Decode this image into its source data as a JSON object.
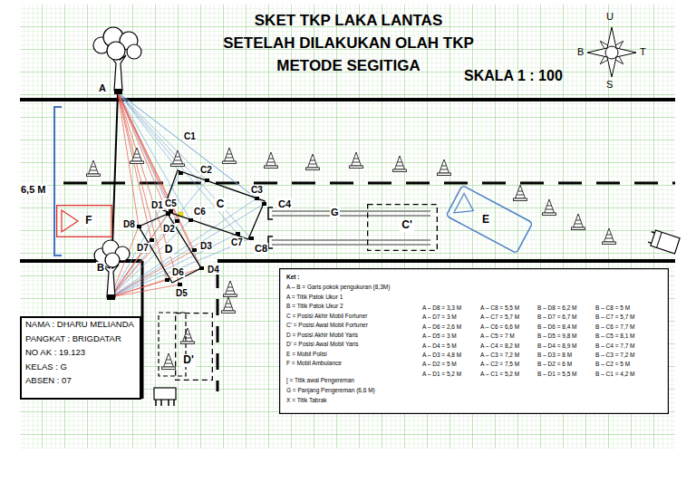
{
  "diagram": {
    "title": "SKET TKP LAKA LANTAS SETELAH DILAKUKAN OLAH TKP METODE SEGITIGA",
    "nodes": [
      {
        "text": [
          "C"
        ]
      },
      {
        "text": [
          "F"
        ]
      },
      {
        "text": [
          "D"
        ]
      },
      {
        "text": [
          "C'"
        ]
      },
      {
        "text": [
          "E"
        ]
      },
      {
        "text": [
          "NAMA : DHARU MELIANDA",
          "PANGKAT : BRIGDATAR",
          "NO AK : 19.123",
          "KELAS : G",
          "ABSEN : 07"
        ]
      },
      {
        "text": [
          "Ket :",
          "A – B = Garis pokok pengukuran (8,3M)",
          "A = Titik Patok Ukur 1",
          "B = Titik Patok Ukur 2",
          "C = Posisi Akhir Mobil Fortuner",
          "C' = Posisi Awal Mobil Fortuner",
          "D = Posisi Akhir Mobil Yaris",
          "D' = Posisi Awal Mobil Yaris",
          "E = Mobil Polisi",
          "F = Mobil Ambulance",
          "[ = Titik awal Pengereman",
          "G = Panjang Pengereman (6,6 M)",
          "X = Titik Tabrak"
        ]
      },
      {
        "text": [
          "D'"
        ]
      }
    ],
    "labels": [
      "SKALA 1 : 100",
      "U",
      "B",
      "T",
      "S",
      "A",
      "B",
      "6,5 M",
      "C1",
      "C2",
      "C3",
      "C4",
      "C5",
      "C6",
      "C7",
      "C8",
      "D1",
      "D2",
      "D3",
      "D4",
      "D5",
      "D6",
      "D7",
      "D8",
      "G",
      "A – D8 = 3,3 M",
      "A – D7 = 3 M",
      "A – D6 = 2,6 M",
      "A – D5 = 3 M",
      "A – D4 = 5 M",
      "A – D3 = 4,8 M",
      "A – D2 = 5 M",
      "A – D1 = 5,2 M",
      "A – C8 = 5,5 M",
      "A – C7 = 5,7 M",
      "A – C6 = 6,6 M",
      "A – C5 = 7 M",
      "A – C4 = 8,2 M",
      "A – C3 = 7,2 M",
      "A – C2 = 7,5 M",
      "A – C1 = 5,2 M",
      "B – D8 = 6,2 M",
      "B – D7 = 6,7 M",
      "B – D6 = 8,4 M",
      "B – D5 = 9,8 M",
      "B – D4 = 8,9 M",
      "B – D3 = 8 M",
      "B – D2 = 6 M",
      "B – D1 = 5,5 M",
      "B – C8 = 5 M",
      "B – C7 = 5,7 M",
      "B – C6 = 7,7 M",
      "B – C5 = 8,1 M",
      "B – C4 = 7,7 M",
      "B – C3 = 7,2 M",
      "B – C2 = 5 M",
      "B – C1 = 4,2 M"
    ]
  }
}
